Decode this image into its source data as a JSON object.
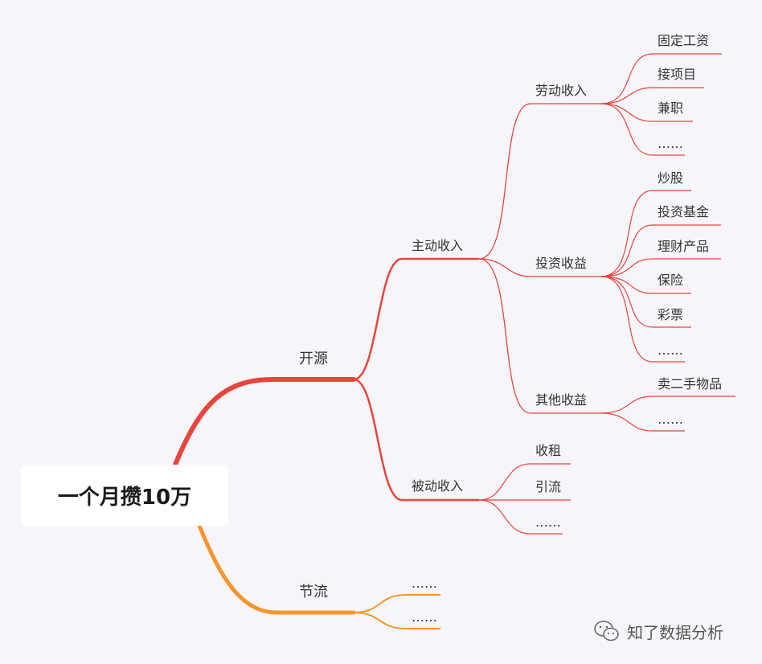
{
  "root": {
    "label": "一个月攒10万"
  },
  "branches": {
    "kaiyuan": {
      "label": "开源",
      "zhudong": {
        "label": "主动收入",
        "laodong": {
          "label": "劳动收入",
          "items": [
            "固定工资",
            "接项目",
            "兼职",
            "……"
          ]
        },
        "touzi": {
          "label": "投资收益",
          "items": [
            "炒股",
            "投资基金",
            "理财产品",
            "保险",
            "彩票",
            "……"
          ]
        },
        "qita": {
          "label": "其他收益",
          "items": [
            "卖二手物品",
            "……"
          ]
        }
      },
      "beidong": {
        "label": "被动收入",
        "items": [
          "收租",
          "引流",
          "……"
        ]
      }
    },
    "jieliu": {
      "label": "节流",
      "items": [
        "……",
        "……"
      ]
    }
  },
  "colors": {
    "red": "#e8453c",
    "orange": "#f5952e",
    "text": "#333333",
    "background": "#f6f5f9"
  },
  "watermark": {
    "icon": "wechat-icon",
    "text": "知了数据分析"
  }
}
